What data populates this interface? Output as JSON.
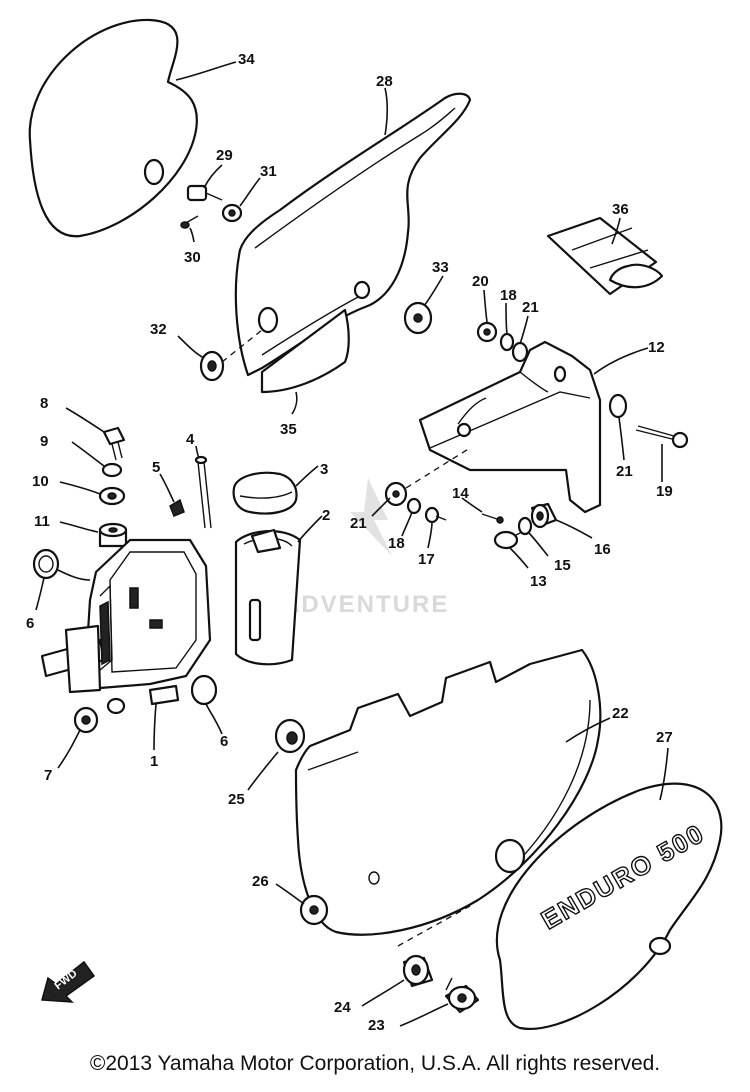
{
  "watermark": "ADVENTURE",
  "decal_text": "ENDURO 500",
  "fwd_label": "FWD",
  "copyright": "©2013 Yamaha Motor Corporation, U.S.A. All rights reserved.",
  "callouts": {
    "c1": "1",
    "c2": "2",
    "c3": "3",
    "c4": "4",
    "c5": "5",
    "c6a": "6",
    "c6b": "6",
    "c7": "7",
    "c8": "8",
    "c9": "9",
    "c10": "10",
    "c11": "11",
    "c12": "12",
    "c13": "13",
    "c14": "14",
    "c15": "15",
    "c16": "16",
    "c17": "17",
    "c18a": "18",
    "c18b": "18",
    "c19": "19",
    "c20": "20",
    "c21a": "21",
    "c21b": "21",
    "c21c": "21",
    "c22": "22",
    "c23": "23",
    "c24": "24",
    "c25": "25",
    "c26": "26",
    "c27": "27",
    "c28": "28",
    "c29": "29",
    "c30": "30",
    "c31": "31",
    "c32": "32",
    "c33": "33",
    "c34": "34",
    "c35": "35",
    "c36": "36"
  }
}
